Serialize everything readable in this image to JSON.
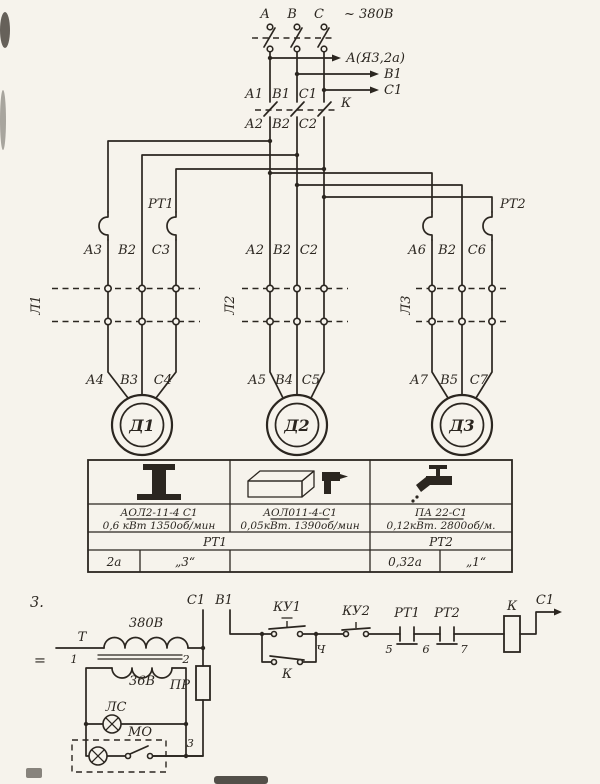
{
  "colors": {
    "ink": "#2b2620",
    "paper": "#f6f3ec"
  },
  "supply": {
    "phase_a": "А",
    "phase_b": "В",
    "phase_c": "С",
    "voltage": "~ 380В",
    "tap_a": "А(Я3,2а)",
    "tap_b": "В1",
    "tap_c": "С1",
    "terminals_top": [
      "А1",
      "В1",
      "С1"
    ],
    "contactor": "К",
    "terminals_bottom": [
      "А2",
      "В2",
      "С2"
    ]
  },
  "feeders": [
    {
      "relay": "РТ1",
      "contactor": "Л1",
      "top": [
        "А3",
        "В2",
        "С3"
      ],
      "bottom": [
        "А4",
        "В3",
        "С4"
      ],
      "motor": "Д1"
    },
    {
      "contactor": "Л2",
      "top": [
        "А2",
        "В2",
        "С2"
      ],
      "bottom": [
        "А5",
        "В4",
        "С5"
      ],
      "motor": "Д2"
    },
    {
      "relay": "РТ2",
      "contactor": "Л3",
      "top": [
        "А6",
        "В2",
        "С6"
      ],
      "bottom": [
        "А7",
        "В5",
        "С7"
      ],
      "motor": "Д3"
    }
  ],
  "table": {
    "columns": [
      {
        "machine_icon": "column-press-icon",
        "motor_type": "АОЛ2-11-4 С1",
        "motor_power": "0,6 кВт 1350об/мин"
      },
      {
        "machine_icon": "block-and-drill-icon",
        "motor_type": "АОЛ011-4-С1",
        "motor_power": "0,05кВт. 1390об/мин"
      },
      {
        "machine_icon": "faucet-icon",
        "motor_type": "ПА 22-С1",
        "motor_power": "0,12кВт. 2800об/м."
      }
    ],
    "relay_row": {
      "rt1": "РТ1",
      "rt2": "РТ2"
    },
    "value_row": {
      "rt1_current": "2а",
      "rt1_setting": "„3“",
      "rt2_current": "0,32а",
      "rt2_setting": "„1“"
    }
  },
  "control": {
    "section": "3.",
    "c1_top": "С1",
    "b1_top": "В1",
    "transformer": {
      "label": "Т",
      "primary": "380В",
      "secondary": "36В",
      "node1": "1",
      "node2": "2",
      "cont": "="
    },
    "fuse": "ПР",
    "node3": "3",
    "lamp": "ЛС",
    "switch": "МО",
    "ku1": "КУ1",
    "k_aux": "К",
    "node4": "Ч",
    "ku2": "КУ2",
    "node5": "5",
    "rt1": "РТ1",
    "node6": "6",
    "rt2": "РТ2",
    "node7": "7",
    "coil": "К",
    "c1_end": "С1"
  }
}
